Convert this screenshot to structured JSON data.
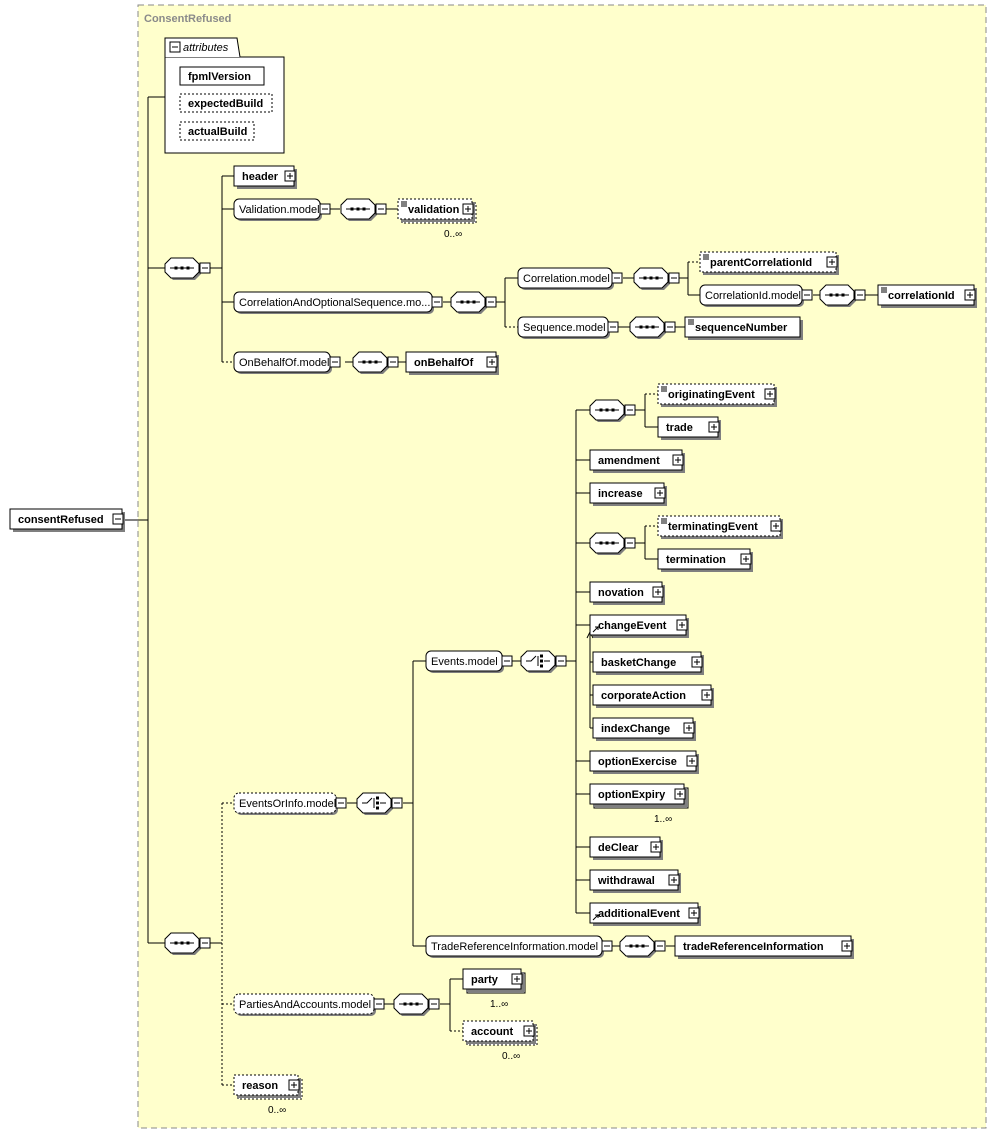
{
  "panel_title": "ConsentRefused",
  "root": {
    "label": "consentRefused"
  },
  "attributes": {
    "title": "attributes",
    "items": [
      "fpmlVersion",
      "expectedBuild",
      "actualBuild"
    ]
  },
  "nodes": {
    "header": "header",
    "validation_model": "Validation.model",
    "validation": "validation",
    "correlation_seq_model": "CorrelationAndOptionalSequence.mo...",
    "correlation_model": "Correlation.model",
    "parent_correlation_id": "parentCorrelationId",
    "correlation_id_model": "CorrelationId.model",
    "correlation_id": "correlationId",
    "sequence_model": "Sequence.model",
    "sequence_number": "sequenceNumber",
    "on_behalf_of_model": "OnBehalfOf.model",
    "on_behalf_of": "onBehalfOf",
    "originating_event": "originatingEvent",
    "trade": "trade",
    "amendment": "amendment",
    "increase": "increase",
    "terminating_event": "terminatingEvent",
    "termination": "termination",
    "novation": "novation",
    "change_event": "changeEvent",
    "basket_change": "basketChange",
    "corporate_action": "corporateAction",
    "index_change": "indexChange",
    "option_exercise": "optionExercise",
    "option_expiry": "optionExpiry",
    "de_clear": "deClear",
    "withdrawal": "withdrawal",
    "additional_event": "additionalEvent",
    "events_model": "Events.model",
    "events_or_info_model": "EventsOrInfo.model",
    "trade_ref_info_model": "TradeReferenceInformation.model",
    "trade_ref_info": "tradeReferenceInformation",
    "parties_accounts_model": "PartiesAndAccounts.model",
    "party": "party",
    "account": "account",
    "reason": "reason"
  },
  "occurrences": {
    "validation": "0..∞",
    "option_expiry": "1..∞",
    "party": "1..∞",
    "account": "0..∞",
    "reason": "0..∞"
  },
  "colors": {
    "panel_bg": "#ffffcc",
    "panel_border": "#8a8a8a",
    "node_bg": "#ffffff",
    "shadow": "#7f7f7f"
  }
}
